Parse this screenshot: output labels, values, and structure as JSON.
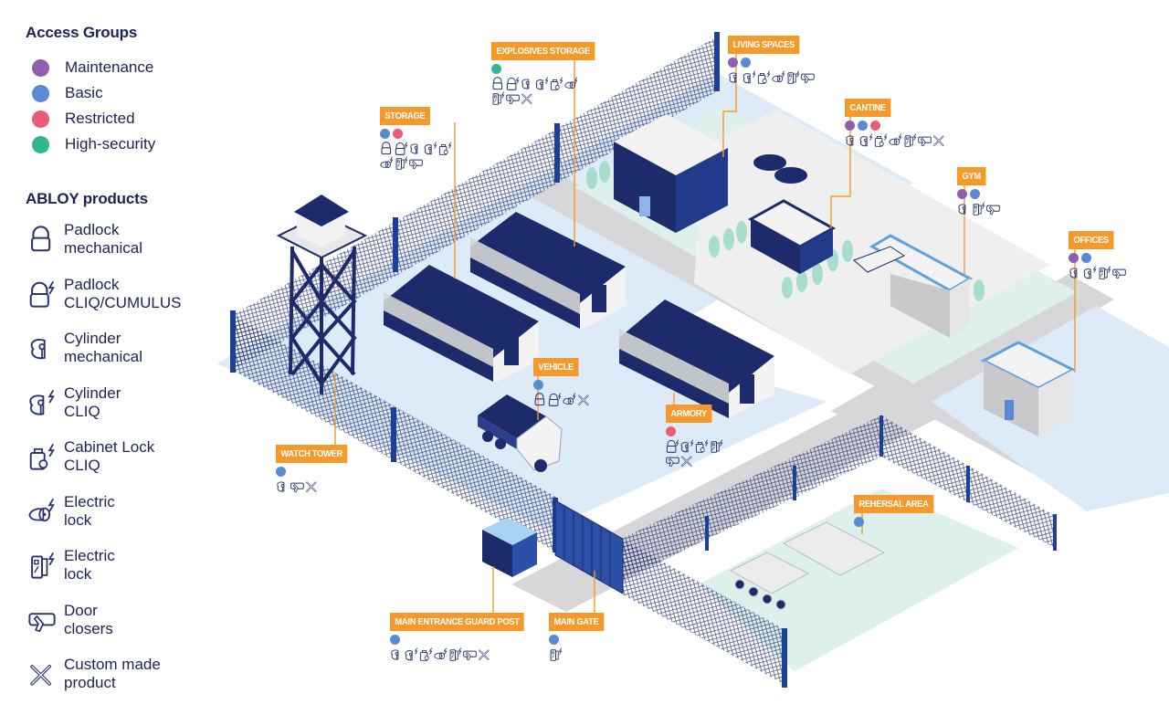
{
  "legend": {
    "access_groups_title": "Access Groups",
    "access_groups": [
      {
        "id": "maintenance",
        "label": "Maintenance",
        "color": "#8c5fb0"
      },
      {
        "id": "basic",
        "label": "Basic",
        "color": "#5a8ad1"
      },
      {
        "id": "restricted",
        "label": "Restricted",
        "color": "#ea5d77"
      },
      {
        "id": "high-security",
        "label": "High-security",
        "color": "#33b58e"
      }
    ],
    "products_title": "ABLOY products",
    "products": [
      {
        "id": "padlock-mechanical",
        "icon": "padlock-icon",
        "line1": "Padlock",
        "line2": "mechanical"
      },
      {
        "id": "padlock-cliq",
        "icon": "padlock-cliq-icon",
        "line1": "Padlock",
        "line2": "CLIQ/CUMULUS"
      },
      {
        "id": "cylinder-mechanical",
        "icon": "cylinder-icon",
        "line1": "Cylinder",
        "line2": "mechanical"
      },
      {
        "id": "cylinder-cliq",
        "icon": "cylinder-cliq-icon",
        "line1": "Cylinder",
        "line2": "CLIQ"
      },
      {
        "id": "cabinet-lock-cliq",
        "icon": "cabinet-lock-cliq-icon",
        "line1": "Cabinet Lock",
        "line2": "CLIQ"
      },
      {
        "id": "electric-lock-round",
        "icon": "electric-lock-round-icon",
        "line1": "Electric",
        "line2": "lock"
      },
      {
        "id": "electric-lock-box",
        "icon": "electric-lock-box-icon",
        "line1": "Electric",
        "line2": "lock"
      },
      {
        "id": "door-closer",
        "icon": "door-closer-icon",
        "line1": "Door",
        "line2": "closers"
      },
      {
        "id": "custom-product",
        "icon": "custom-product-icon",
        "line1": "Custom made",
        "line2": "product"
      }
    ]
  },
  "colors": {
    "label_bg": "#f59a2a",
    "navy": "#1d2a6b",
    "text": "#1d2356"
  },
  "locations": [
    {
      "id": "explosives-storage",
      "label": "EXPLOSIVES STORAGE",
      "groups": [
        "high-security"
      ],
      "products": [
        "padlock-mechanical",
        "padlock-cliq",
        "cylinder-mechanical",
        "cylinder-cliq",
        "cabinet-lock-cliq",
        "electric-lock-round",
        "electric-lock-box",
        "door-closer",
        "custom-product"
      ]
    },
    {
      "id": "storage",
      "label": "STORAGE",
      "groups": [
        "basic",
        "restricted"
      ],
      "products": [
        "padlock-mechanical",
        "padlock-cliq",
        "cylinder-mechanical",
        "cylinder-cliq",
        "cabinet-lock-cliq",
        "electric-lock-round",
        "electric-lock-box",
        "door-closer"
      ]
    },
    {
      "id": "living-spaces",
      "label": "LIVING SPACES",
      "groups": [
        "maintenance",
        "basic"
      ],
      "products": [
        "cylinder-mechanical",
        "cylinder-cliq",
        "cabinet-lock-cliq",
        "electric-lock-round",
        "electric-lock-box",
        "door-closer"
      ]
    },
    {
      "id": "cantine",
      "label": "CANTINE",
      "groups": [
        "maintenance",
        "basic",
        "restricted"
      ],
      "products": [
        "cylinder-mechanical",
        "cylinder-cliq",
        "cabinet-lock-cliq",
        "electric-lock-round",
        "electric-lock-box",
        "door-closer",
        "custom-product"
      ]
    },
    {
      "id": "gym",
      "label": "GYM",
      "groups": [
        "maintenance",
        "basic"
      ],
      "products": [
        "cylinder-mechanical",
        "electric-lock-box",
        "door-closer"
      ]
    },
    {
      "id": "offices",
      "label": "OFFICES",
      "groups": [
        "maintenance",
        "basic"
      ],
      "products": [
        "cylinder-mechanical",
        "cylinder-cliq",
        "electric-lock-box",
        "door-closer"
      ]
    },
    {
      "id": "vehicle",
      "label": "VEHICLE",
      "groups": [
        "basic"
      ],
      "products": [
        "padlock-mechanical",
        "padlock-cliq",
        "electric-lock-round",
        "custom-product"
      ]
    },
    {
      "id": "armory",
      "label": "ARMORY",
      "groups": [
        "restricted"
      ],
      "products": [
        "padlock-cliq",
        "cylinder-cliq",
        "cabinet-lock-cliq",
        "electric-lock-box",
        "door-closer",
        "custom-product"
      ]
    },
    {
      "id": "watch-tower",
      "label": "WATCH TOWER",
      "groups": [
        "basic"
      ],
      "products": [
        "cylinder-mechanical",
        "door-closer",
        "custom-product"
      ]
    },
    {
      "id": "main-entrance-guard-post",
      "label": "MAIN ENTRANCE GUARD POST",
      "groups": [
        "basic"
      ],
      "products": [
        "cylinder-mechanical",
        "cylinder-cliq",
        "cabinet-lock-cliq",
        "electric-lock-round",
        "electric-lock-box",
        "door-closer",
        "custom-product"
      ]
    },
    {
      "id": "main-gate",
      "label": "MAIN GATE",
      "groups": [
        "basic"
      ],
      "products": [
        "electric-lock-box"
      ]
    },
    {
      "id": "rehersal-area",
      "label": "REHERSAL AREA",
      "groups": [
        "basic"
      ],
      "products": []
    }
  ]
}
